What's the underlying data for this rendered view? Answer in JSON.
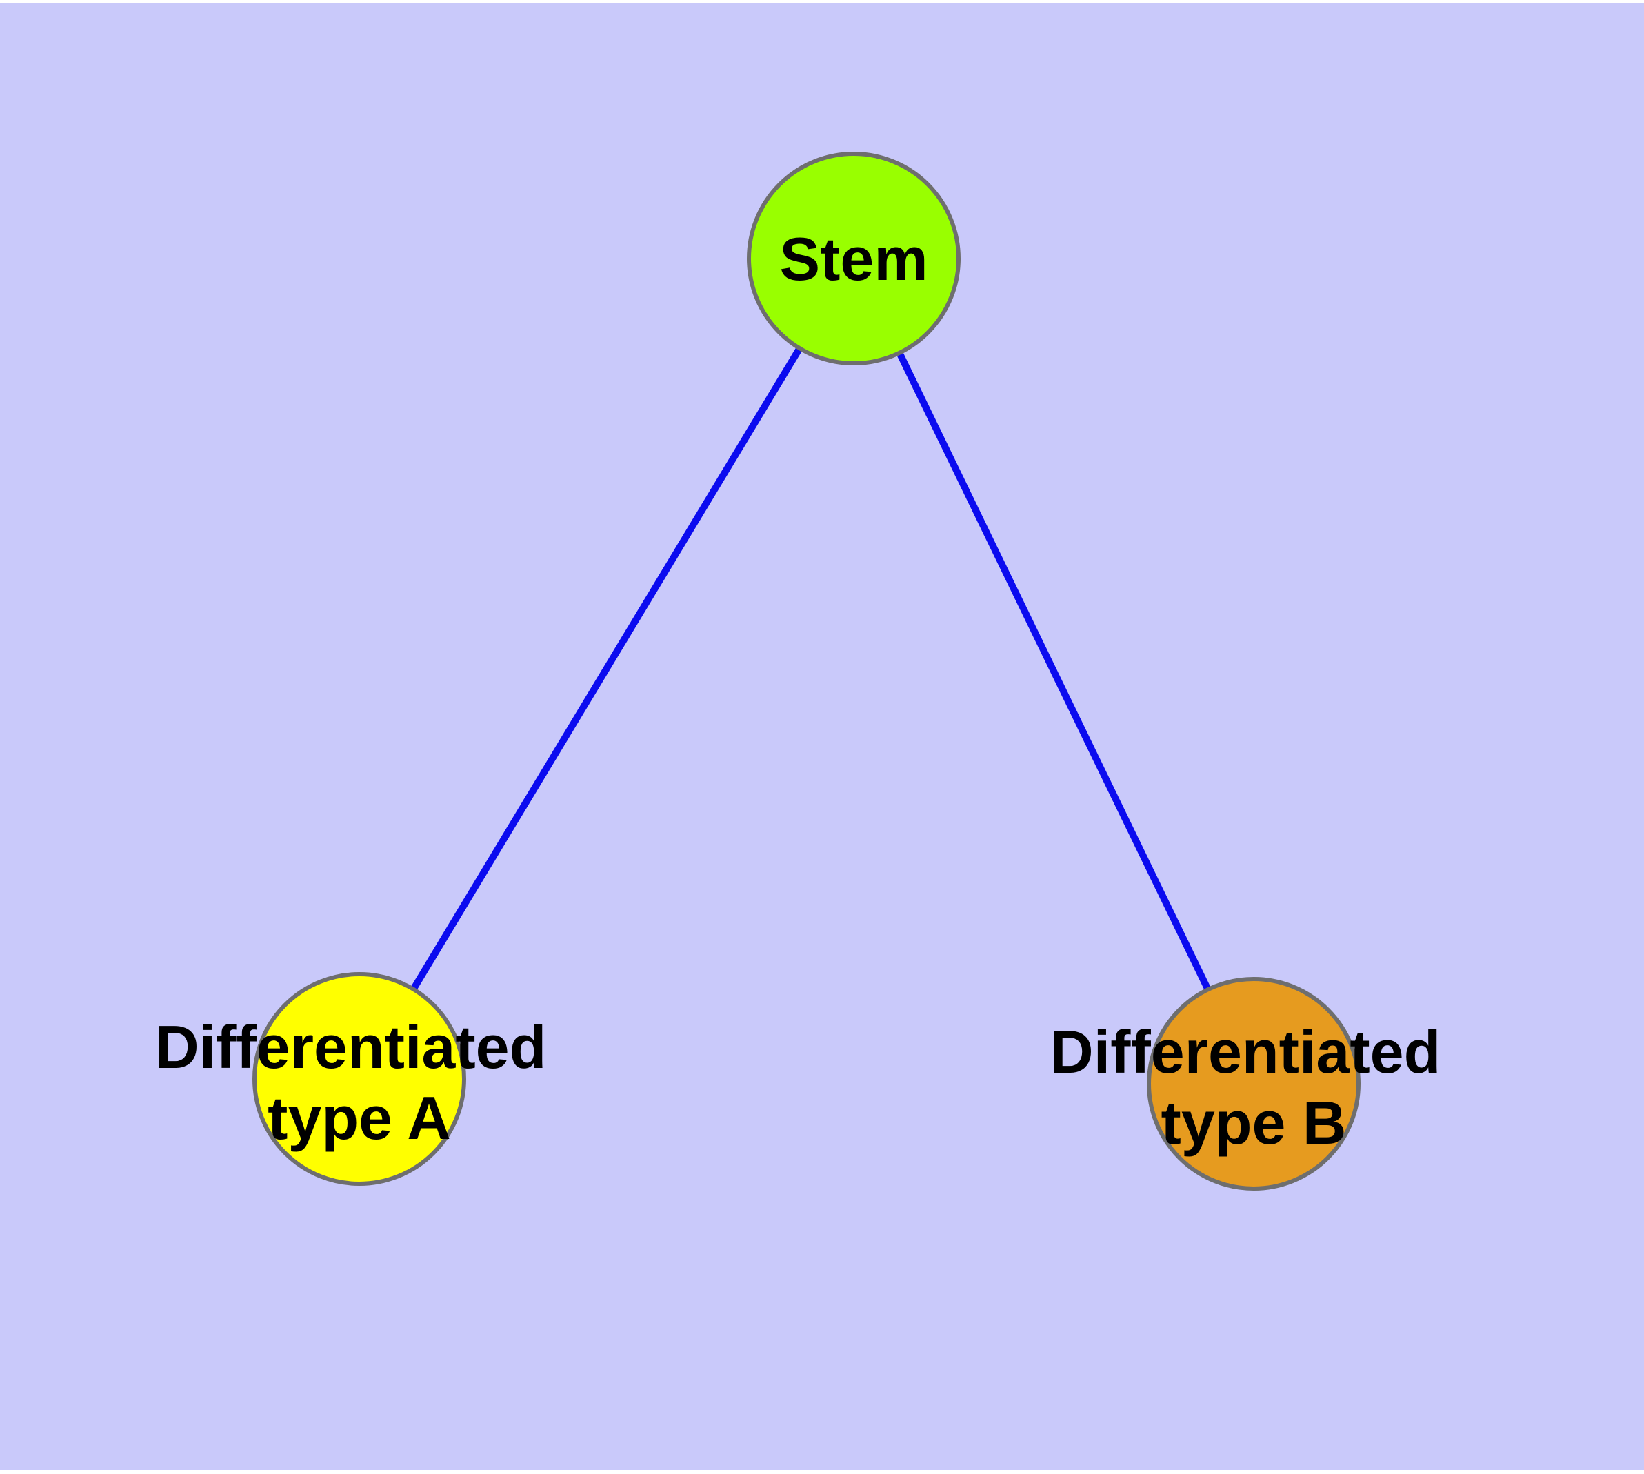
{
  "diagram": {
    "background_color": "#c9c9fa",
    "page_margin_color": "#ffffff",
    "edge_color": "#0b0bef",
    "node_border_color": "#6e6e6e",
    "label_color": "#000000",
    "nodes": [
      {
        "id": "stem",
        "label": "Stem",
        "lines": [
          "Stem"
        ],
        "fill_color": "#99ff00"
      },
      {
        "id": "differentiated-type-a",
        "label": "Differentiated type A",
        "lines": [
          "Differentiated",
          "type A"
        ],
        "fill_color": "#ffff00"
      },
      {
        "id": "differentiated-type-b",
        "label": "Differentiated type B",
        "lines": [
          "Differentiated",
          "type B"
        ],
        "fill_color": "#e69b1f"
      }
    ],
    "edges": [
      {
        "from": "Stem",
        "to": "Differentiated type A"
      },
      {
        "from": "Stem",
        "to": "Differentiated type B"
      }
    ]
  }
}
